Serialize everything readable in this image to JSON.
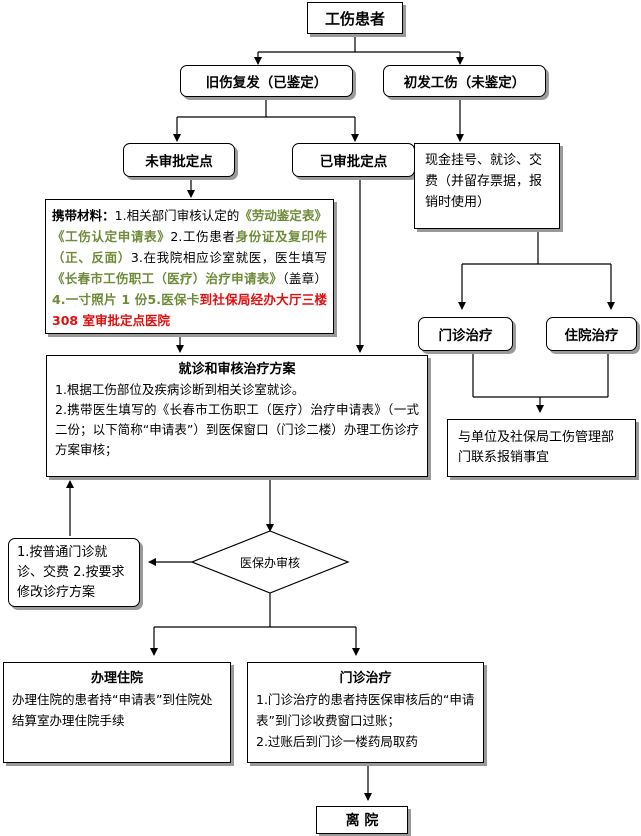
{
  "nodes": {
    "patient": "工伤患者",
    "old_injury": "旧伤复发（已鉴定）",
    "new_injury": "初发工伤（未鉴定）",
    "unapproved": "未审批定点",
    "approved": "已审批定点",
    "cash": "现金挂号、就诊、交费（并留存票据，报销时使用）",
    "outpatient_small": "门诊治疗",
    "inpatient_small": "住院治疗",
    "reimburse": "与单位及社保局工伤管理部门联系报销事宜",
    "diamond": "医保办审核",
    "left_loop": "1.按普通门诊就诊、交费 2.按要求修改诊疗方案",
    "discharge": "离 院"
  },
  "materials": {
    "p1": "携带材料：",
    "p2": "1.相关部门审核认定的",
    "p3": "《劳动鉴定表》《工伤认定申请表》",
    "p4": "2.工伤患者",
    "p5": "身份证及复印件（正、反面）",
    "p6": "3.在我院相应诊室就医，医生填写",
    "p7": "《长春市工伤职工（医疗）治疗申请表》",
    "p8": "（盖章）",
    "p9": "4.一寸照片 1 份",
    "p10": "5.医保卡",
    "p11": "到社保局经办大厅三楼 308 室审批定点医院"
  },
  "plan": {
    "title": "就诊和审核治疗方案",
    "l1": "1.根据工伤部位及疾病诊断到相关诊室就诊。",
    "l2": "2.携带医生填写的《长春市工伤职工（医疗）治疗申请表》（一式二份；以下简称“申请表”）到医保窗口（门诊二楼）办理工伤诊疗方案审核；"
  },
  "inpatient": {
    "title": "办理住院",
    "body": "办理住院的患者持“申请表”到住院处结算室办理住院手续"
  },
  "outpatient": {
    "title": "门诊治疗",
    "l1": "1.门诊治疗的患者持医保审核后的“申请表”到门诊收费窗口过账；",
    "l2": "2.过账后到门诊一楼药局取药"
  }
}
